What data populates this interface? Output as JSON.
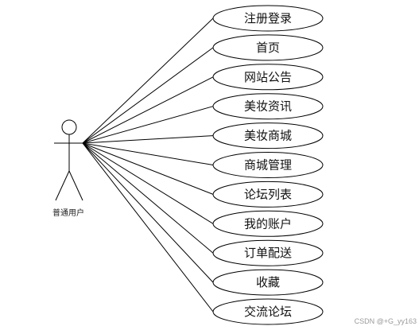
{
  "actor": {
    "label": "普通用户"
  },
  "use_cases": [
    {
      "label": "注册登录"
    },
    {
      "label": "首页"
    },
    {
      "label": "网站公告"
    },
    {
      "label": "美妆资讯"
    },
    {
      "label": "美妆商城"
    },
    {
      "label": "商城管理"
    },
    {
      "label": "论坛列表"
    },
    {
      "label": "我的账户"
    },
    {
      "label": "订单配送"
    },
    {
      "label": "收藏"
    },
    {
      "label": "交流论坛"
    }
  ],
  "watermark": "CSDN @+G_yy163"
}
